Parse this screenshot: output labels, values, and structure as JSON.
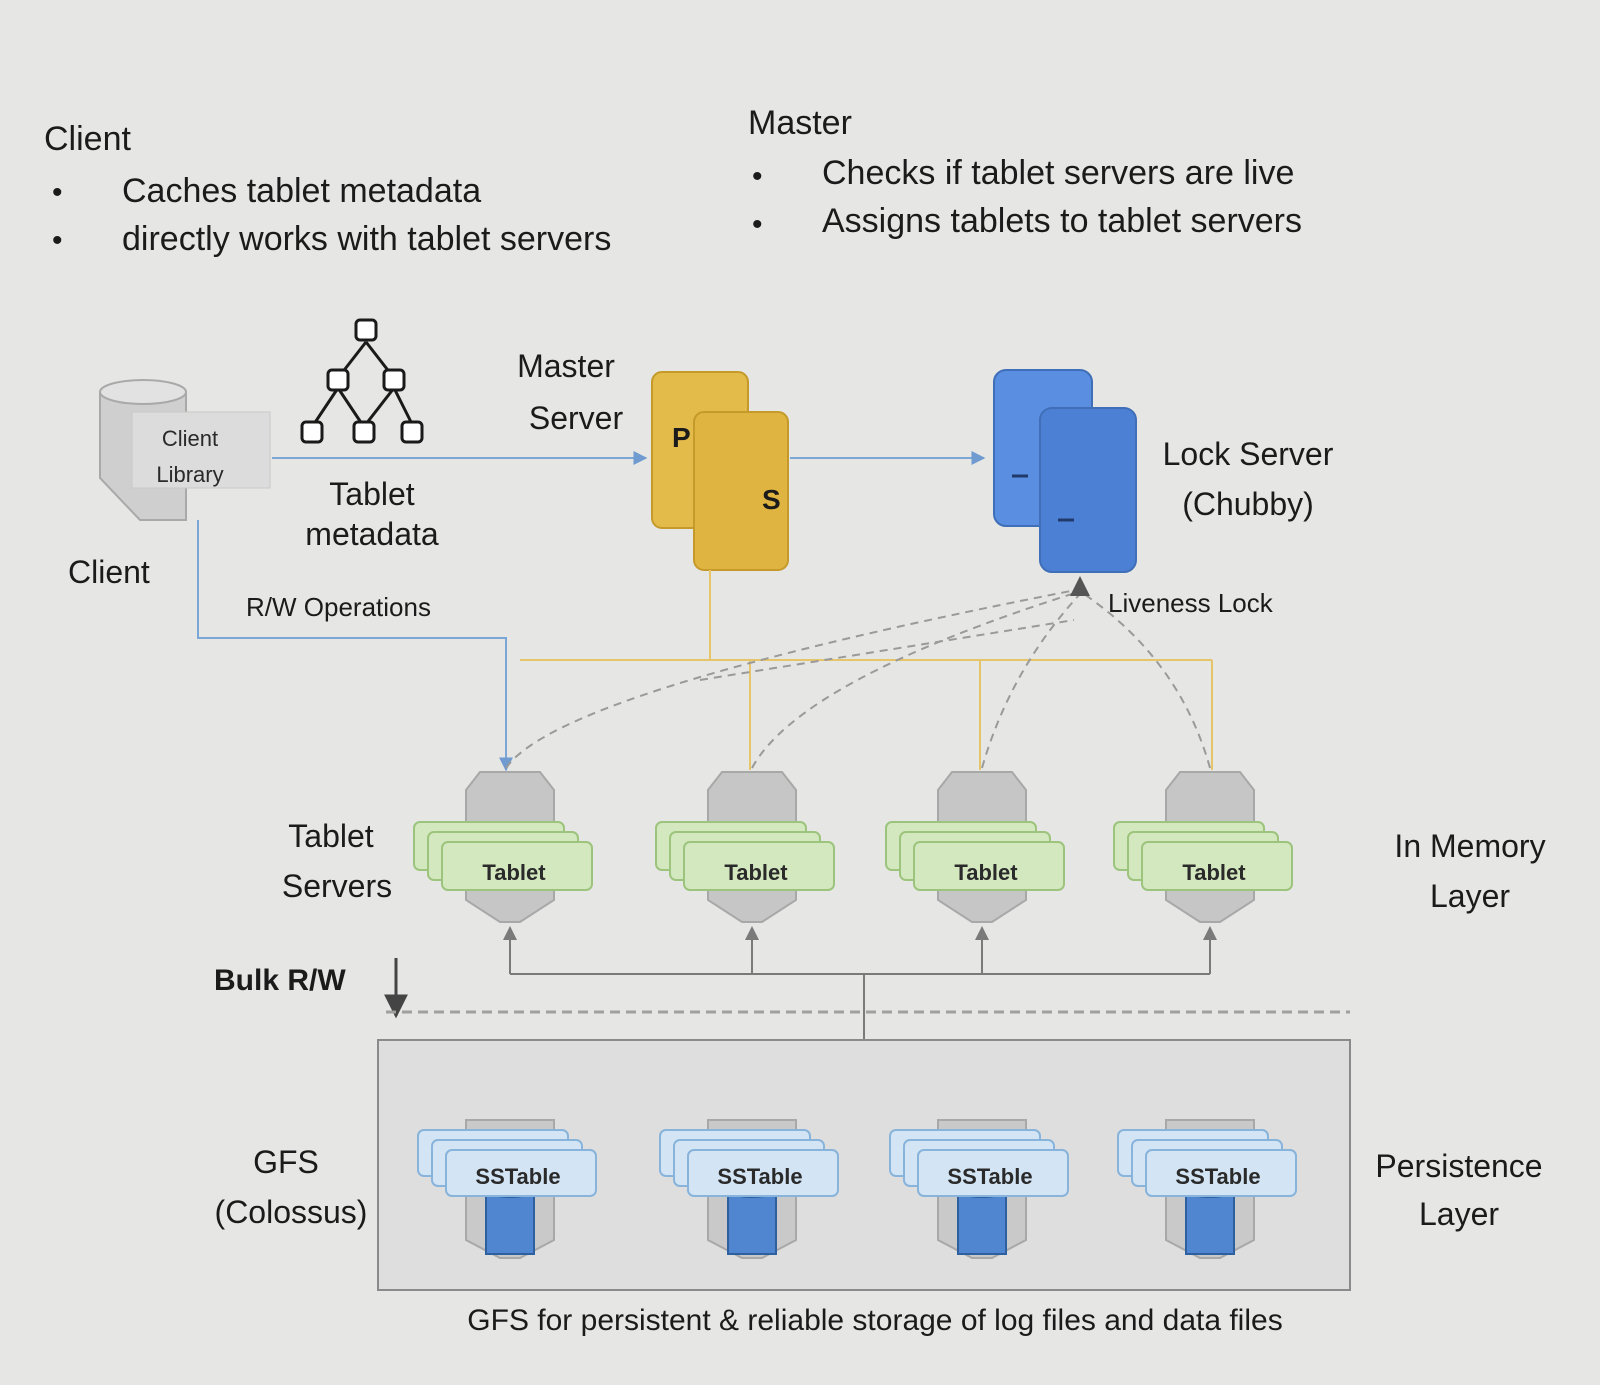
{
  "client_notes": {
    "title": "Client",
    "bullets": [
      "Caches tablet metadata",
      "directly works with tablet servers"
    ]
  },
  "master_notes": {
    "title": "Master",
    "bullets": [
      "Checks if tablet servers are live",
      "Assigns tablets to tablet servers"
    ]
  },
  "diagram": {
    "client_library": [
      "Client",
      "Library"
    ],
    "client_label": "Client",
    "tablet_metadata": [
      "Tablet",
      "metadata"
    ],
    "master_server": [
      "Master",
      "Server"
    ],
    "master_primary": "P",
    "master_secondary": "S",
    "lock_server": [
      "Lock Server",
      "(Chubby)"
    ],
    "liveness_lock": "Liveness Lock",
    "rw_operations": "R/W Operations",
    "tablet_servers_label": [
      "Tablet",
      "Servers"
    ],
    "tablet_label": "Tablet",
    "tablet_count": 4,
    "in_memory_layer": [
      "In Memory",
      "Layer"
    ],
    "bulk_rw": "Bulk R/W",
    "gfs": [
      "GFS",
      "(Colossus)"
    ],
    "sstable_label": "SSTable",
    "persistence_layer": [
      "Persistence",
      "Layer"
    ],
    "caption": "GFS for persistent & reliable storage of log files and data files"
  },
  "colors": {
    "background": "#e6e6e4",
    "master_yellow": "#e0b94a",
    "lock_blue": "#4a7fd0",
    "tablet_green": "#cfe6b8",
    "sstable_blue": "#cfe3f3",
    "gray_server": "#c4c4c4",
    "arrow_blue": "#7aa7d6"
  }
}
